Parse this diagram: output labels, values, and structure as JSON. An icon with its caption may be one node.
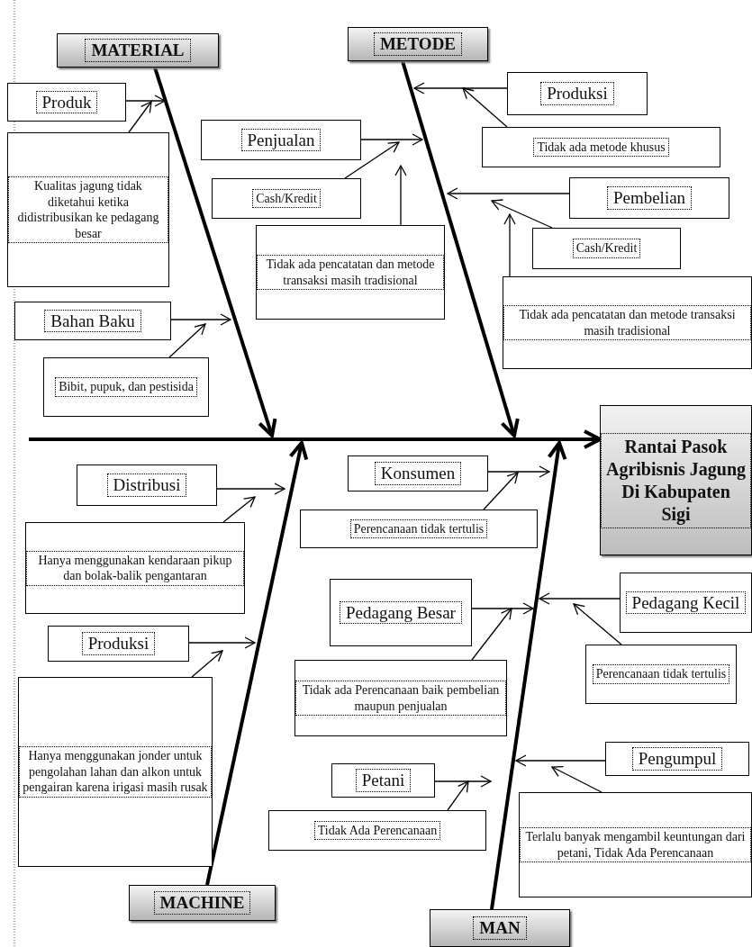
{
  "diagram": {
    "nodes": [
      {
        "text": [
          "MATERIAL"
        ]
      },
      {
        "text": [
          "METODE"
        ]
      },
      {
        "text": [
          "MACHINE"
        ]
      },
      {
        "text": [
          "MAN"
        ]
      },
      {
        "text": [
          "Rantai Pasok Agribisnis Jagung Di Kabupaten Sigi"
        ]
      },
      {
        "text": [
          "Produk"
        ]
      },
      {
        "text": [
          "Kualitas jagung tidak diketahui ketika didistribusikan ke pedagang besar"
        ]
      },
      {
        "text": [
          "Bahan Baku"
        ]
      },
      {
        "text": [
          "Bibit, pupuk, dan pestisida"
        ]
      },
      {
        "text": [
          "Penjualan"
        ]
      },
      {
        "text": [
          "Cash/Kredit"
        ]
      },
      {
        "text": [
          "Tidak ada pencatatan dan metode transaksi masih tradisional"
        ]
      },
      {
        "text": [
          "Produksi"
        ]
      },
      {
        "text": [
          "Tidak ada metode khusus"
        ]
      },
      {
        "text": [
          "Pembelian"
        ]
      },
      {
        "text": [
          "Cash/Kredit"
        ]
      },
      {
        "text": [
          "Tidak ada pencatatan dan metode transaksi masih tradisional"
        ]
      },
      {
        "text": [
          "Distribusi"
        ]
      },
      {
        "text": [
          "Hanya menggunakan kendaraan pikup dan bolak-balik pengantaran"
        ]
      },
      {
        "text": [
          "Produksi"
        ]
      },
      {
        "text": [
          "Hanya menggunakan jonder untuk pengolahan lahan dan alkon untuk pengairan karena irigasi masih rusak"
        ]
      },
      {
        "text": [
          "Konsumen"
        ]
      },
      {
        "text": [
          "Perencanaan tidak tertulis"
        ]
      },
      {
        "text": [
          "Pedagang Besar"
        ]
      },
      {
        "text": [
          "Tidak ada Perencanaan baik pembelian maupun penjualan"
        ]
      },
      {
        "text": [
          "Pedagang Kecil"
        ]
      },
      {
        "text": [
          "Perencanaan tidak tertulis"
        ]
      },
      {
        "text": [
          "Petani"
        ]
      },
      {
        "text": [
          "Tidak Ada Perencanaan"
        ]
      },
      {
        "text": [
          "Pengumpul"
        ]
      },
      {
        "text": [
          "Terlalu banyak mengambil keuntungan dari petani, Tidak Ada Perencanaan"
        ]
      }
    ],
    "edges": [
      {
        "from": null,
        "to": 4,
        "arrow": "to",
        "style": "thick"
      },
      {
        "from": 0,
        "to": null,
        "arrow": "to",
        "style": "thick"
      },
      {
        "from": 1,
        "to": null,
        "arrow": "to",
        "style": "thick"
      },
      {
        "from": 2,
        "to": null,
        "arrow": "to",
        "style": "thick"
      },
      {
        "from": 3,
        "to": null,
        "arrow": "to",
        "style": "thick"
      },
      {
        "from": 5,
        "to": null,
        "arrow": "to"
      },
      {
        "from": 6,
        "to": null,
        "arrow": "to"
      },
      {
        "from": 7,
        "to": null,
        "arrow": "to"
      },
      {
        "from": 8,
        "to": null,
        "arrow": "to"
      },
      {
        "from": 9,
        "to": null,
        "arrow": "to"
      },
      {
        "from": 10,
        "to": null,
        "arrow": "to"
      },
      {
        "from": 11,
        "to": null,
        "arrow": "to"
      },
      {
        "from": 12,
        "to": null,
        "arrow": "to"
      },
      {
        "from": 13,
        "to": null,
        "arrow": "to"
      },
      {
        "from": 14,
        "to": null,
        "arrow": "to"
      },
      {
        "from": 15,
        "to": null,
        "arrow": "to"
      },
      {
        "from": 16,
        "to": null,
        "arrow": "to"
      },
      {
        "from": 17,
        "to": null,
        "arrow": "to"
      },
      {
        "from": 18,
        "to": null,
        "arrow": "to"
      },
      {
        "from": 19,
        "to": null,
        "arrow": "to"
      },
      {
        "from": 20,
        "to": null,
        "arrow": "to"
      },
      {
        "from": 21,
        "to": null,
        "arrow": "to"
      },
      {
        "from": 22,
        "to": null,
        "arrow": "to"
      },
      {
        "from": 23,
        "to": null,
        "arrow": "to"
      },
      {
        "from": 24,
        "to": null,
        "arrow": "to"
      },
      {
        "from": 25,
        "to": null,
        "arrow": "to"
      },
      {
        "from": 26,
        "to": null,
        "arrow": "to"
      },
      {
        "from": 27,
        "to": null,
        "arrow": "to"
      },
      {
        "from": 28,
        "to": null,
        "arrow": "to"
      },
      {
        "from": 29,
        "to": null,
        "arrow": "to"
      },
      {
        "from": 30,
        "to": null,
        "arrow": "to"
      }
    ]
  }
}
